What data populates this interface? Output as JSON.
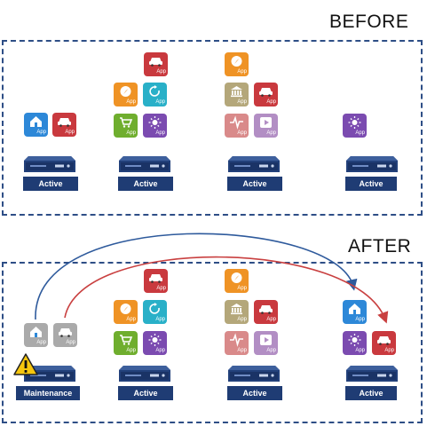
{
  "headings": {
    "before": "BEFORE",
    "after": "AFTER"
  },
  "app_label": "App",
  "status": {
    "active": "Active",
    "maintenance": "Maintenance"
  },
  "colors": {
    "panel_border": "#2e4e86",
    "badge": "#1f3c74",
    "arrow_blue": "#2e5a9c",
    "arrow_red": "#c94040",
    "app_red": "#c9393e",
    "app_orange": "#ef9325",
    "app_blue": "#2d88d8",
    "app_green": "#6fae2e",
    "app_purple": "#7b4bb0",
    "app_teal": "#29b0c8",
    "app_tan": "#b4a77a",
    "app_pink": "#d98a8a",
    "app_lilac": "#b28ec4",
    "app_gray": "#aaaaaa"
  },
  "icons": {
    "car": "car-icon",
    "home": "home-icon",
    "compass": "compass-icon",
    "refresh": "refresh-icon",
    "cart": "cart-icon",
    "sun": "sun-icon",
    "bank": "bank-icon",
    "pulse": "pulse-icon",
    "play": "play-icon",
    "warning": "warning-icon"
  }
}
